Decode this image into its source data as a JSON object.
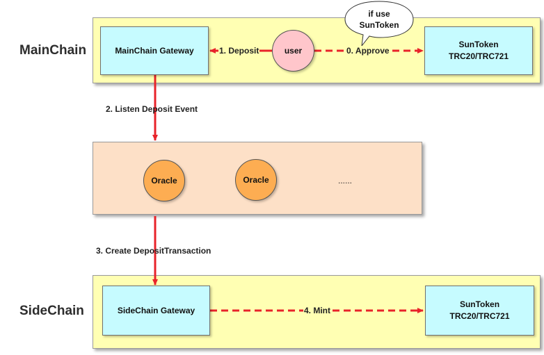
{
  "lanes": {
    "mainchain_title": "MainChain",
    "sidechain_title": "SideChain"
  },
  "nodes": {
    "mainchain_gateway": "MainChain Gateway",
    "user": "user",
    "suntoken_top_line1": "SunToken",
    "suntoken_top_line2": "TRC20/TRC721",
    "bubble_line1": "if use",
    "bubble_line2": "SunToken",
    "oracle_1": "Oracle",
    "oracle_2": "Oracle",
    "oracle_more": "......",
    "sidechain_gateway": "SideChain Gateway",
    "suntoken_bottom_line1": "SunToken",
    "suntoken_bottom_line2": "TRC20/TRC721"
  },
  "edges": {
    "approve": "0. Approve",
    "deposit": "1. Deposit",
    "listen": "2. Listen Deposit Event",
    "create": "3. Create DepositTransaction",
    "mint": "4. Mint"
  },
  "colors": {
    "lane_fill": "#ffffb3",
    "box_fill": "#c6fbff",
    "oracle_panel_fill": "#fde0c7",
    "oracle_fill": "#fdad52",
    "user_fill": "#ffc6cb",
    "arrow": "#e8232a"
  }
}
